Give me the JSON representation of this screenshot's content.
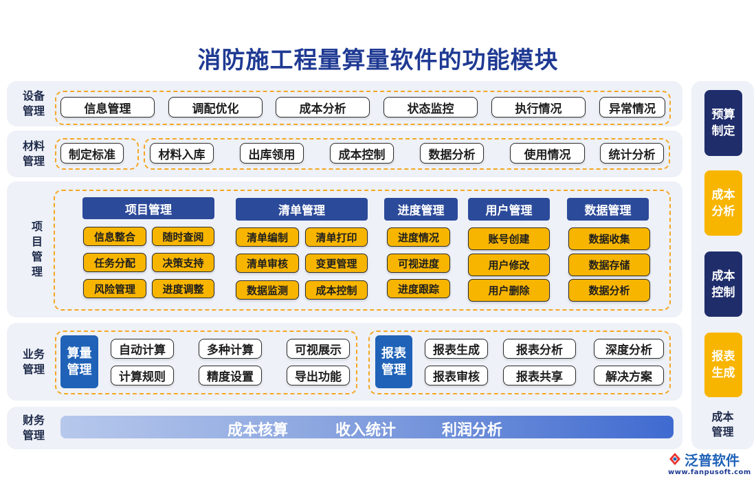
{
  "title": "消防施工程量算量软件的功能模块",
  "rows": {
    "equipment": {
      "label": "设备\n管理",
      "items": [
        "信息管理",
        "调配优化",
        "成本分析",
        "状态监控",
        "执行情况",
        "异常情况"
      ]
    },
    "material": {
      "label": "材料\n管理",
      "standard": "制定标准",
      "items": [
        "材料入库",
        "出库领用",
        "成本控制",
        "数据分析",
        "使用情况",
        "统计分析"
      ]
    },
    "project": {
      "label": "项\n目\n管\n理",
      "groups": [
        {
          "header": "项目管理",
          "items": [
            "信息整合",
            "随时查阅",
            "任务分配",
            "决策支持",
            "风险管理",
            "进度调整"
          ]
        },
        {
          "header": "清单管理",
          "items": [
            "清单编制",
            "清单打印",
            "清单审核",
            "变更管理",
            "数据监测",
            "成本控制"
          ]
        },
        {
          "header": "进度管理",
          "items": [
            "进度情况",
            "可视进度",
            "进度跟踪"
          ]
        },
        {
          "header": "用户管理",
          "items": [
            "账号创建",
            "用户修改",
            "用户删除"
          ]
        },
        {
          "header": "数据管理",
          "items": [
            "数据收集",
            "数据存储",
            "数据分析"
          ]
        }
      ]
    },
    "business": {
      "label": "业务\n管理",
      "calc": {
        "title": "算量\n管理",
        "items": [
          "自动计算",
          "多种计算",
          "可视展示",
          "计算规则",
          "精度设置",
          "导出功能"
        ]
      },
      "report": {
        "title": "报表\n管理",
        "items": [
          "报表生成",
          "报表分析",
          "深度分析",
          "报表审核",
          "报表共享",
          "解决方案"
        ]
      }
    },
    "finance": {
      "label": "财务\n管理",
      "items": [
        "成本核算",
        "收入统计",
        "利润分析"
      ]
    }
  },
  "side": {
    "blocks": [
      "预算\n制定",
      "成本\n分析",
      "成本\n控制",
      "报表\n生成"
    ],
    "label": "成本\n管理"
  },
  "logo": {
    "name": "泛普软件",
    "url": "www.fanpusoft.com"
  },
  "colors": {
    "navy": "#2c4a9a",
    "gold": "#f8b500",
    "blue": "#1f62b8",
    "dash": "#f5a623",
    "title": "#1f3a93"
  }
}
